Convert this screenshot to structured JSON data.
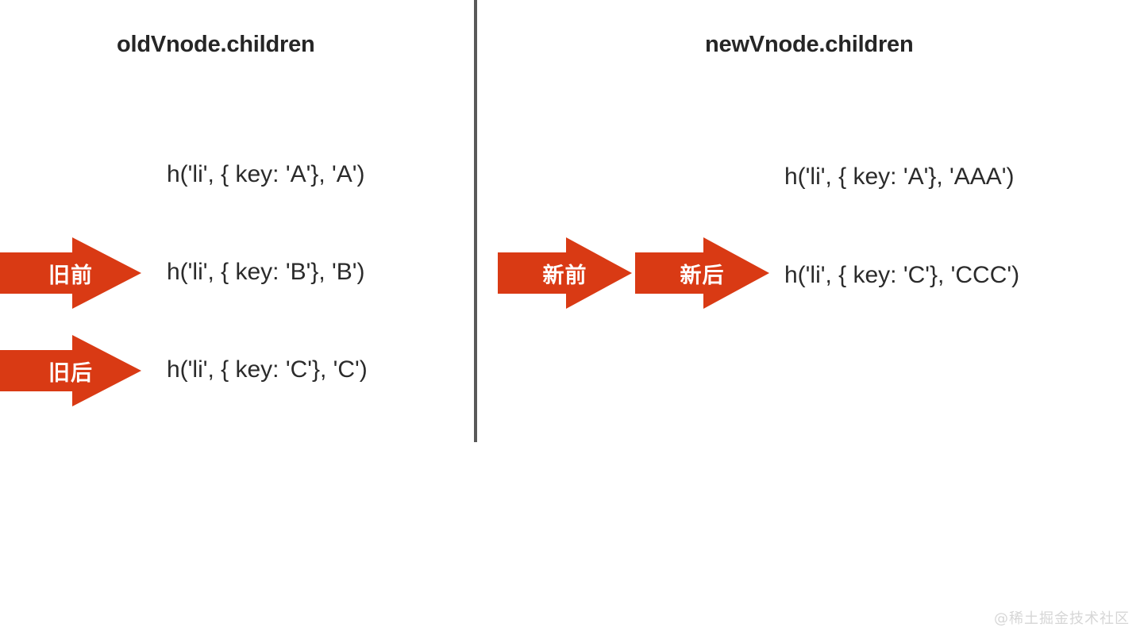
{
  "colors": {
    "arrow_red": "#D93A14",
    "divider_gray": "#595959",
    "text_dark": "#2b2b2b",
    "title_dark": "#262626",
    "watermark_gray": "#d6d6d6",
    "background": "#ffffff"
  },
  "columns": {
    "old": {
      "title": "oldVnode.children",
      "lines": [
        "h('li', { key: 'A'}, 'A')",
        "h('li', { key: 'B'}, 'B')",
        "h('li', { key: 'C'}, 'C')"
      ]
    },
    "new": {
      "title": "newVnode.children",
      "lines": [
        "h('li', { key: 'A'}, 'AAA')",
        "h('li', { key: 'C'}, 'CCC')"
      ]
    }
  },
  "arrows": [
    {
      "id": "old-before",
      "label": "旧前",
      "points_to": "h('li', { key: 'B'}, 'B')"
    },
    {
      "id": "old-after",
      "label": "旧后",
      "points_to": "h('li', { key: 'C'}, 'C')"
    },
    {
      "id": "new-before",
      "label": "新前",
      "points_to": "h('li', { key: 'C'}, 'CCC')"
    },
    {
      "id": "new-after",
      "label": "新后",
      "points_to": "h('li', { key: 'C'}, 'CCC')"
    }
  ],
  "watermark": "@稀土掘金技术社区"
}
